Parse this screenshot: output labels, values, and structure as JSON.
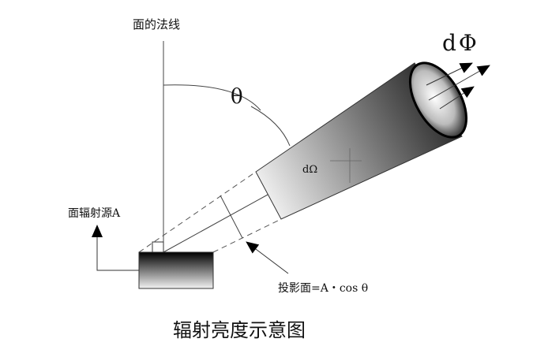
{
  "labels": {
    "normal": "面的法线",
    "theta": "θ",
    "d_phi": "dΦ",
    "d_omega": "dΩ",
    "source": "面辐射源A",
    "projection": "投影面=A・cos θ",
    "title": "辐射亮度示意图"
  },
  "colors": {
    "line": "#222222",
    "dark": "#000000",
    "light": "#ffffff"
  }
}
